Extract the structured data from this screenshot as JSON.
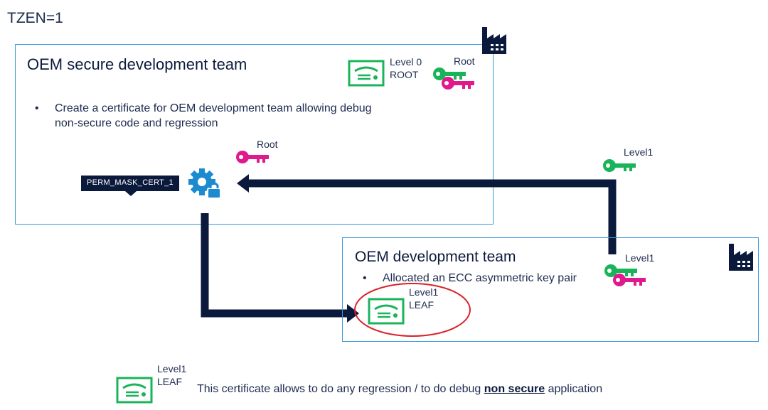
{
  "header": {
    "tzen": "TZEN=1"
  },
  "secure_team": {
    "title": "OEM secure development team",
    "bullet_line1": "Create a certificate for OEM development team allowing debug",
    "bullet_line2": "non-secure code and regression",
    "cert_level": "Level 0",
    "cert_type": "ROOT",
    "keys_label": "Root",
    "signing_key_label": "Root",
    "perm_label": "PERM_MASK_CERT_1"
  },
  "flow": {
    "level1_key_label": "Level1"
  },
  "dev_team": {
    "title": "OEM development team",
    "bullet": "Allocated an ECC asymmetric key pair",
    "keys_label": "Level1",
    "cert_level": "Level1",
    "cert_type": "LEAF"
  },
  "legend": {
    "cert_level": "Level1",
    "cert_type": "LEAF",
    "note_before": "This certificate allows to do any regression / to do debug ",
    "note_emph": "non secure",
    "note_after": " application"
  },
  "colors": {
    "navy": "#0b1a3c",
    "box_border": "#3a9ad9",
    "cert_green": "#19b45a",
    "key_green": "#19b45a",
    "key_pink": "#e0198c",
    "gear_blue": "#1c8ad0",
    "circle_red": "#d9222a"
  }
}
